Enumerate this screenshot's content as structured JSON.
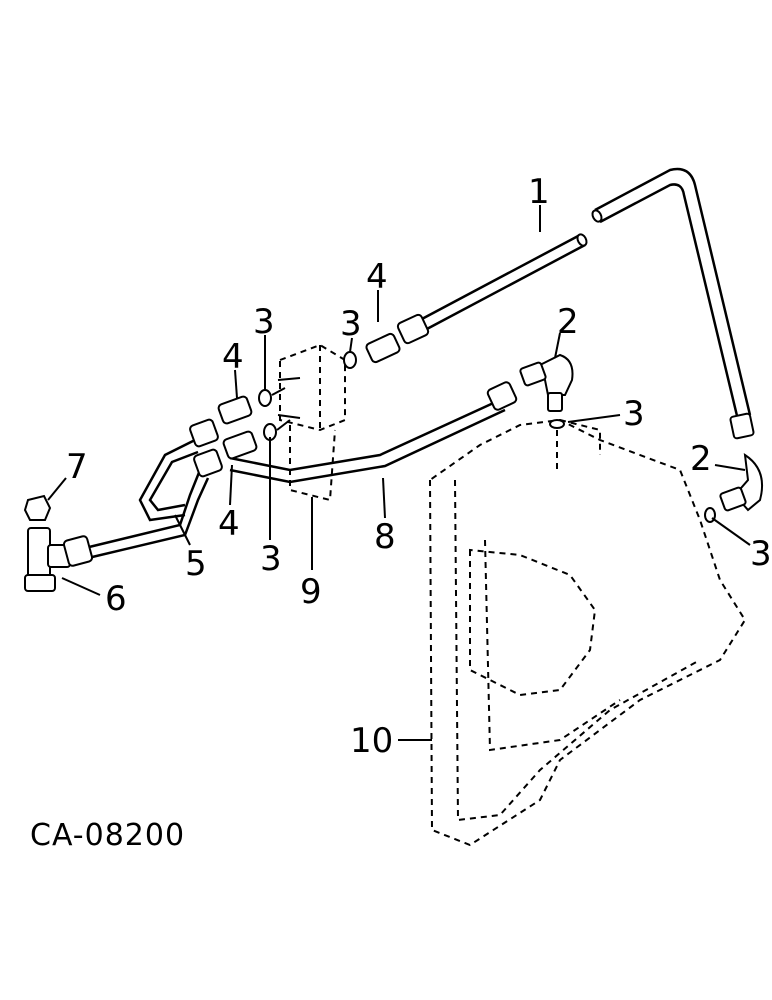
{
  "diagram": {
    "drawing_code": "CA-08200",
    "callouts": {
      "c1": "1",
      "c2a": "2",
      "c2b": "2",
      "c3a": "3",
      "c3b": "3",
      "c3c": "3",
      "c3d": "3",
      "c3e": "3",
      "c4a": "4",
      "c4b": "4",
      "c4c": "4",
      "c5": "5",
      "c6": "6",
      "c7": "7",
      "c8": "8",
      "c9": "9",
      "c10": "10"
    }
  }
}
